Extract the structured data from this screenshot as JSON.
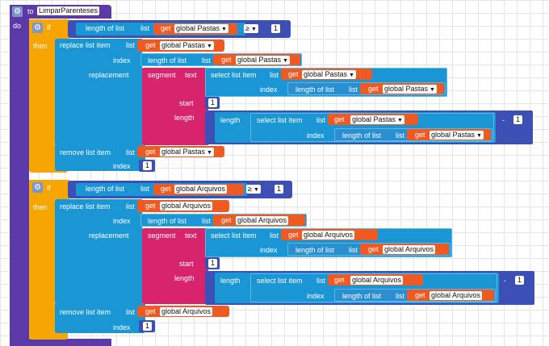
{
  "procedure": {
    "keyword_to": "to",
    "name": "LimparParenteses",
    "keyword_do": "do"
  },
  "if_blocks": [
    {
      "if_label": "if",
      "then_label": "then",
      "length_label": "length of list",
      "list_label": "list",
      "get_label": "get",
      "var_name": "global Pastas",
      "compare_op": "≥",
      "compare_value": "1",
      "replace": {
        "label": "replace list item",
        "list_label": "list",
        "index_label": "index",
        "replacement_label": "replacement",
        "segment_label": "segment",
        "text_label": "text",
        "select_label": "select list item",
        "start_label": "start",
        "start_value": "1",
        "length_label": "length",
        "length_fn_label": "length",
        "minus_op": "-",
        "minus_value": "1"
      },
      "remove": {
        "label": "remove list item",
        "list_label": "list",
        "index_label": "index",
        "index_value": "1"
      }
    },
    {
      "if_label": "if",
      "then_label": "then",
      "length_label": "length of list",
      "list_label": "list",
      "get_label": "get",
      "var_name": "global Arquivos",
      "compare_op": "≥",
      "compare_value": "1",
      "replace": {
        "label": "replace list item",
        "list_label": "list",
        "index_label": "index",
        "replacement_label": "replacement",
        "segment_label": "segment",
        "text_label": "text",
        "select_label": "select list item",
        "start_label": "start",
        "start_value": "1",
        "length_label": "length",
        "length_fn_label": "length",
        "minus_op": "-",
        "minus_value": "1"
      },
      "remove": {
        "label": "remove list item",
        "list_label": "list",
        "index_label": "index",
        "index_value": "1"
      }
    }
  ],
  "icons": {
    "gear": "gear-icon",
    "dropdown": "chevron-down-icon"
  },
  "colors": {
    "procedure": "#5b3aa8",
    "control": "#f5a602",
    "lists": "#1a96d4",
    "text": "#d8246c",
    "variables": "#ef5a23",
    "math": "#3c4fb5"
  }
}
